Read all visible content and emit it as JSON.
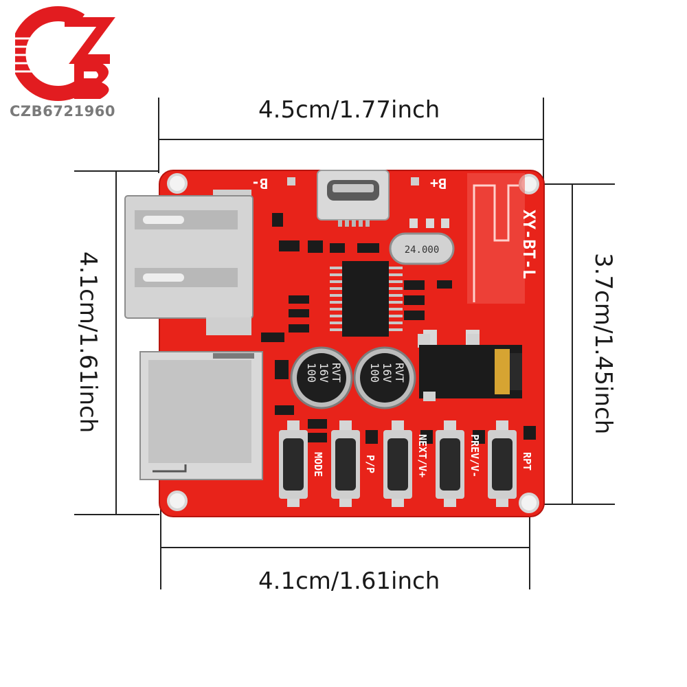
{
  "brand": {
    "name": "CZB6721960",
    "logo_letters": "CZB"
  },
  "dimensions": {
    "top_width": "4.5cm/1.77inch",
    "bottom_width": "4.1cm/1.61inch",
    "left_height": "4.1cm/1.61inch",
    "right_height": "3.7cm/1.45inch"
  },
  "board": {
    "model": "XY-BT-L",
    "labels": {
      "b_minus": "B-",
      "b_plus": "B+"
    },
    "crystal": "24.000",
    "capacitor_text": [
      "100",
      "16V",
      "RVT"
    ],
    "buttons": [
      "MODE",
      "P/P",
      "NEXT/V+",
      "PREV/V-",
      "RPT"
    ],
    "colors": {
      "pcb": "#e8231a",
      "metal": "#bfc0c2",
      "black": "#1b1b1b"
    }
  }
}
